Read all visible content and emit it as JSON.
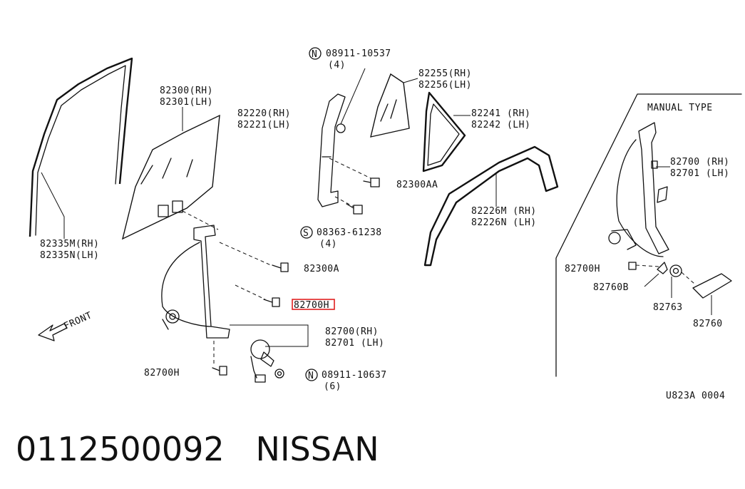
{
  "diagram": {
    "labels": {
      "n1_code": "08911-10537",
      "n1_qty": "(4)",
      "n2_code": "08911-10637",
      "n2_qty": "(6)",
      "s1_code": "08363-61238",
      "s1_qty": "(4)",
      "p82300": "82300(RH)",
      "p82301": "82301(LH)",
      "p82335m": "82335M(RH)",
      "p82335n": "82335N(LH)",
      "p82220": "82220(RH)",
      "p82221": "82221(LH)",
      "p82255": "82255(RH)",
      "p82256": "82256(LH)",
      "p82241": "82241 (RH)",
      "p82242": "82242 (LH)",
      "p82300aa": "82300AA",
      "p82226m": "82226M (RH)",
      "p82226n": "82226N (LH)",
      "p82300a": "82300A",
      "p82700h_highlight": "82700H",
      "p82700_rh": "82700(RH)",
      "p82701_lh": "82701 (LH)",
      "p82700h_bottom": "82700H",
      "front": "FRONT",
      "manual_type": "MANUAL TYPE",
      "m82700": "82700 (RH)",
      "m82701": "82701 (LH)",
      "m82700h": "82700H",
      "m82760b": "82760B",
      "m82763": "82763",
      "m82760": "82760",
      "ref_code": "U823A 0004",
      "circle_n": "N",
      "circle_s": "S"
    }
  },
  "footer": {
    "part_number": "0112500092",
    "brand": "NISSAN"
  },
  "colors": {
    "highlight": "#e02020",
    "ink": "#111111",
    "background": "#ffffff"
  }
}
